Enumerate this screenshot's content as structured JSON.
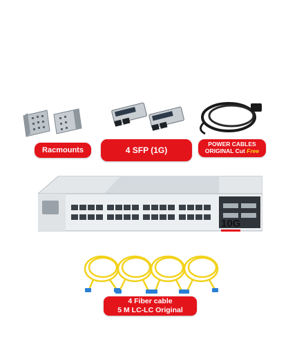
{
  "labels": {
    "rackmounts": "Racmounts",
    "sfp": "4 SFP (1G)",
    "power_line1": "POWER CABLES",
    "power_line2_a": "ORIGINAL Cut ",
    "power_line2_b": "Free",
    "uplink": "10G",
    "fiber_line1": "4 Fiber cable",
    "fiber_line2": "5 M LC-LC  Original"
  },
  "colors": {
    "accent_red": "#e4141b",
    "free_yellow": "#ffd21a",
    "fiber_yellow": "#f2d21a",
    "connector_blue": "#2a7fd4"
  },
  "icons": [
    "rackmount-brackets-image",
    "sfp-modules-image",
    "power-cable-image",
    "network-switch-image",
    "fiber-cables-image"
  ]
}
